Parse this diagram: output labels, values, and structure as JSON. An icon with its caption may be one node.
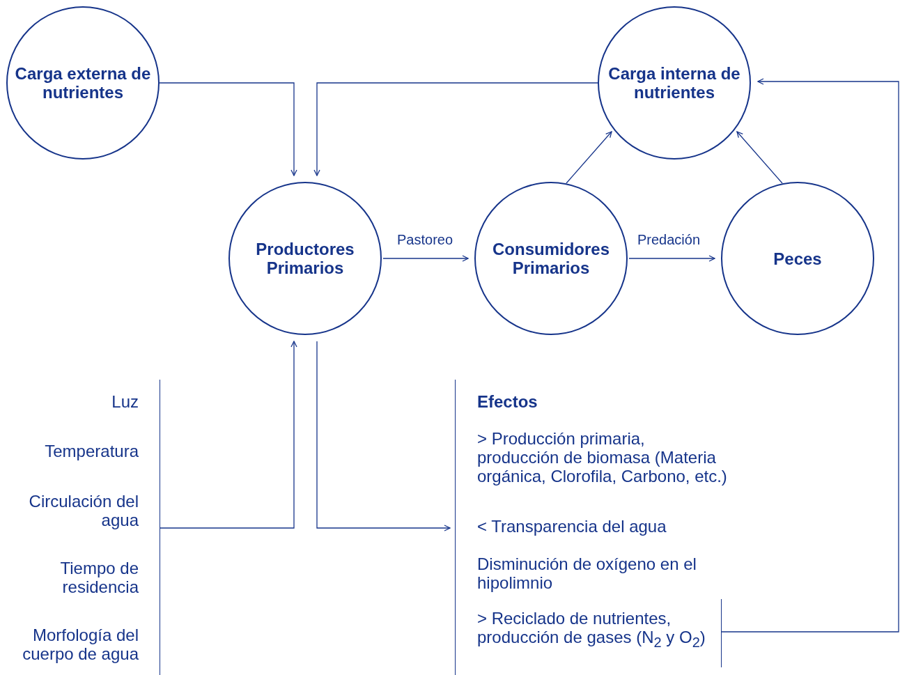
{
  "diagram": {
    "nodes": [
      {
        "text": [
          "Carga externa de nutrientes"
        ]
      },
      {
        "text": [
          "Carga interna de nutrientes"
        ]
      },
      {
        "text": [
          "Productores Primarios"
        ]
      },
      {
        "text": [
          "Consumidores Primarios"
        ]
      },
      {
        "text": [
          "Peces"
        ]
      },
      {
        "text": [
          "Luz",
          "Temperatura",
          "Circulación del agua",
          "Tiempo de residencia",
          "Morfología del cuerpo de agua"
        ]
      },
      {
        "text": [
          "Efectos",
          "> Producción primaria, producción de biomasa (Materia orgánica, Clorofila, Carbono, etc.)",
          "< Transparencia del agua",
          "Disminución de oxígeno en el hipolimnio"
        ]
      },
      {
        "text": [
          "> Reciclado de nutrientes, producción de gases (N$_{2}$ y O$_{2}$)"
        ],
        "in": 6
      }
    ],
    "edges": [
      {
        "from": 0,
        "to": 2,
        "arrow": "to"
      },
      {
        "from": 1,
        "to": 2,
        "arrow": "to"
      },
      {
        "from": 2,
        "to": 3,
        "label": "Pastoreo",
        "arrow": "to"
      },
      {
        "from": 3,
        "to": 4,
        "label": "Predación",
        "arrow": "to"
      },
      {
        "from": 3,
        "to": 1,
        "arrow": "to"
      },
      {
        "from": 4,
        "to": 1,
        "arrow": "to"
      },
      {
        "from": 5,
        "to": 2,
        "arrow": "to"
      },
      {
        "from": 2,
        "to": 6,
        "arrow": "to"
      },
      {
        "from": 7,
        "to": 1,
        "arrow": "to"
      }
    ]
  }
}
